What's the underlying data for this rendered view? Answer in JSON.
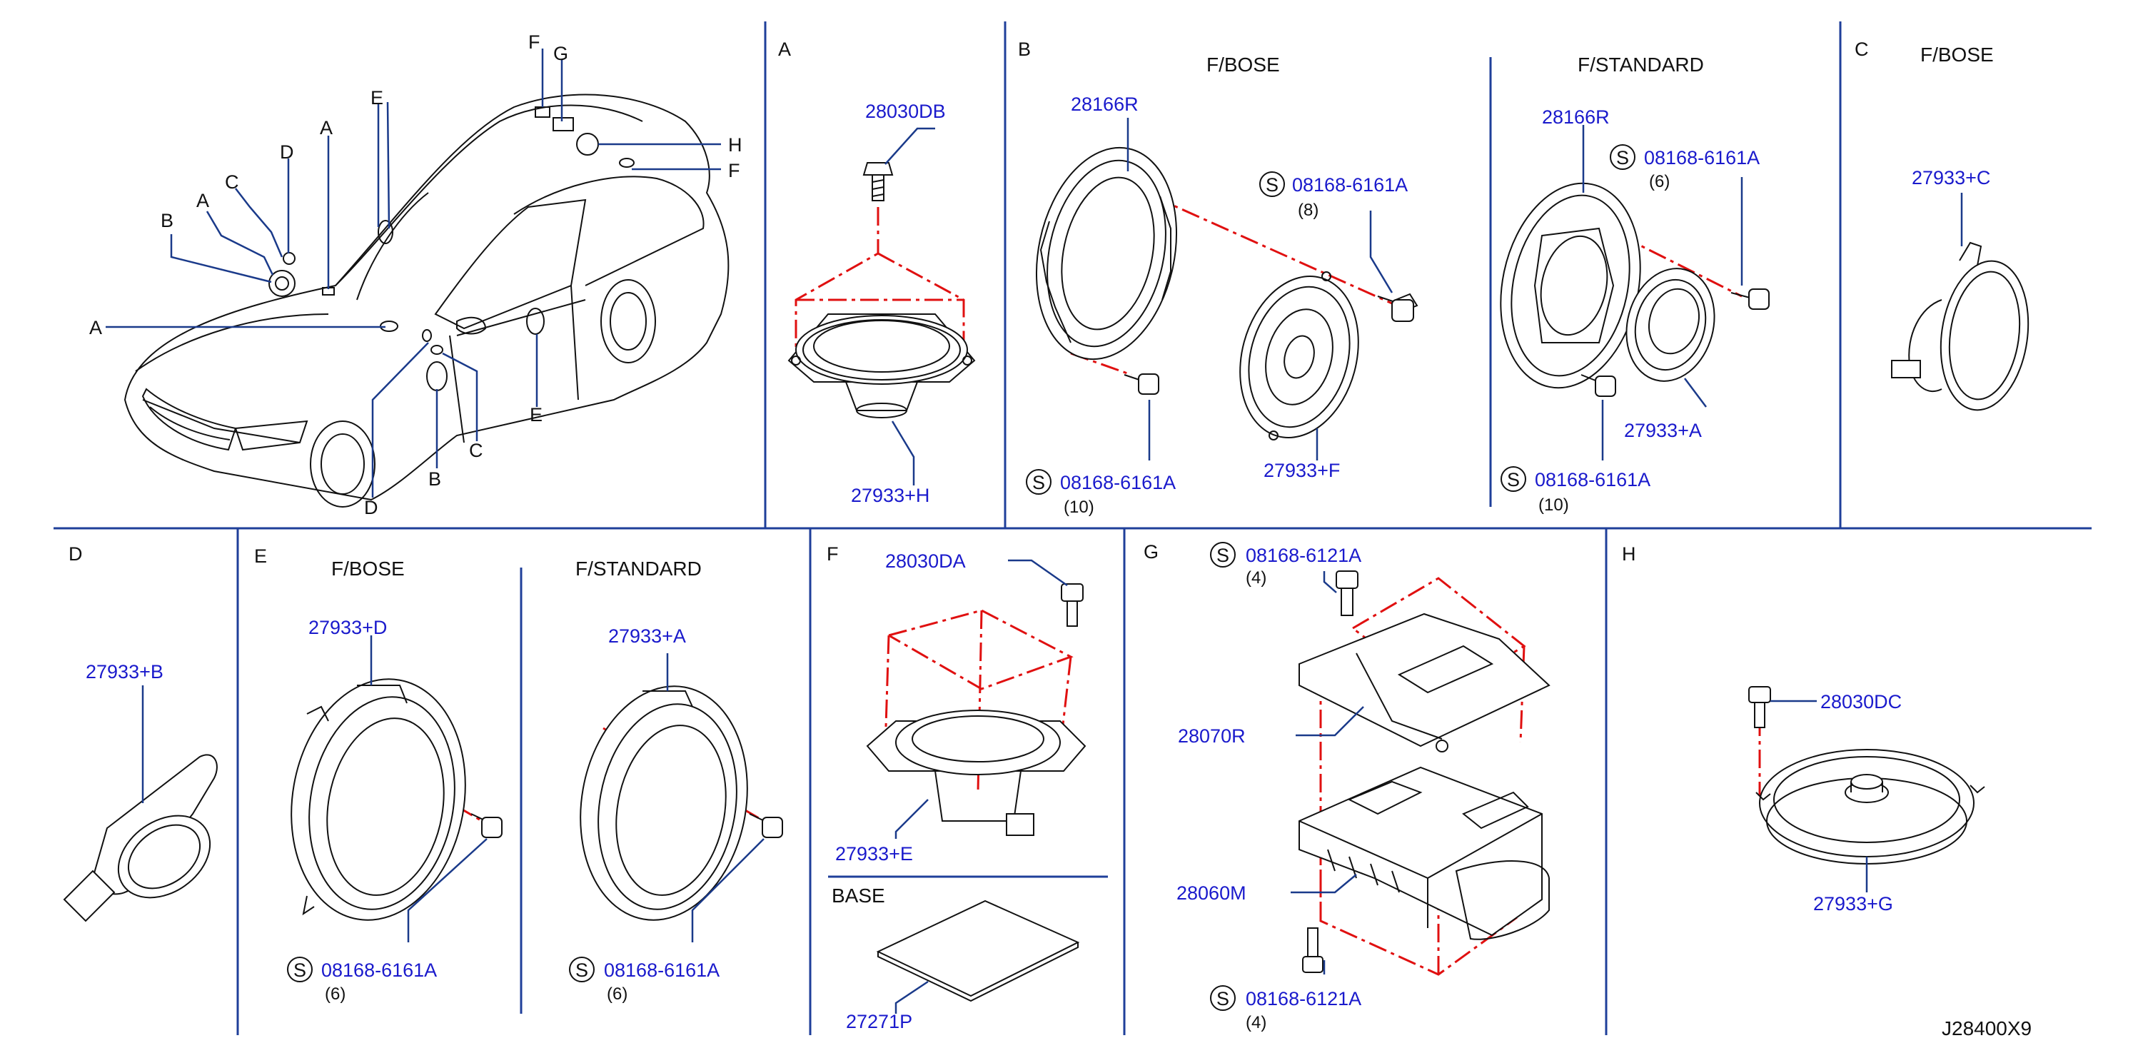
{
  "section_letters": {
    "A": "A",
    "B": "B",
    "C": "C",
    "D": "D",
    "E": "E",
    "F": "F",
    "G": "G",
    "H": "H"
  },
  "subheads": {
    "b_bose": "F/BOSE",
    "b_standard": "F/STANDARD",
    "c_bose": "F/BOSE",
    "e_bose": "F/BOSE",
    "e_standard": "F/STANDARD",
    "f_base": "BASE"
  },
  "car_callouts": [
    "F",
    "G",
    "H",
    "F",
    "E",
    "A",
    "D",
    "C",
    "A",
    "B",
    "A",
    "E",
    "D",
    "B",
    "C"
  ],
  "part_numbers": {
    "a_bolt": "28030DB",
    "a_speaker": "27933+H",
    "b_bracket_bose": "28166R",
    "b_screw_bose_top": "08168-6161A",
    "b_screw_bose_bottom": "08168-6161A",
    "b_speaker_bose": "27933+F",
    "b_bracket_std": "28166R",
    "b_screw_std_top": "08168-6161A",
    "b_screw_std_bottom": "08168-6161A",
    "b_speaker_std": "27933+A",
    "c_speaker": "27933+C",
    "d_speaker": "27933+B",
    "e_speaker_bose": "27933+D",
    "e_screw_bose": "08168-6161A",
    "e_speaker_std": "27933+A",
    "e_screw_std": "08168-6161A",
    "f_bolt": "28030DA",
    "f_speaker": "27933+E",
    "f_base": "27271P",
    "g_screw_top": "08168-6121A",
    "g_bracket": "28070R",
    "g_amp": "28060M",
    "g_screw_bottom": "08168-6121A",
    "h_bolt": "28030DC",
    "h_speaker": "27933+G"
  },
  "quantities": {
    "b_bose_top": "(8)",
    "b_bose_bottom": "(10)",
    "b_std_top": "(6)",
    "b_std_bottom": "(10)",
    "e_bose": "(6)",
    "e_std": "(6)",
    "g_top": "(4)",
    "g_bottom": "(4)"
  },
  "standard_mark": "S",
  "drawing_id": "J28400X9",
  "colors": {
    "part_number": "#1a1acc",
    "grid_lines": "#1f3f9a",
    "phantom_lines": "#e01010",
    "ink": "#111111"
  }
}
